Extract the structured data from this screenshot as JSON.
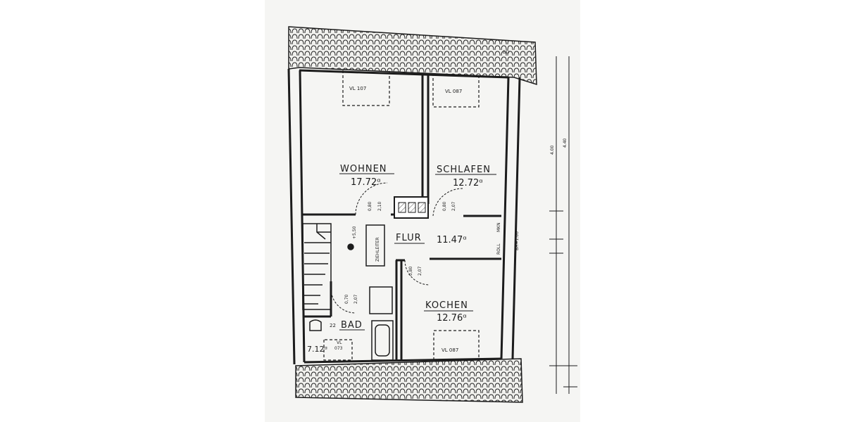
{
  "rooms": {
    "wohnen": {
      "name": "WOHNEN",
      "area": "17.72ᵅ",
      "window": "VL 107"
    },
    "schlafen": {
      "name": "SCHLAFEN",
      "area": "12.72ᵅ",
      "window": "VL 087"
    },
    "flur": {
      "name": "FLUR",
      "area": "11.47ᵅ"
    },
    "kochen": {
      "name": "KOCHEN",
      "area": "12.76ᵅ",
      "window": "VL 087"
    },
    "bad": {
      "name": "BAD",
      "area": "7.12ᵅ",
      "window_top": "VL",
      "window_bottom": "073",
      "prefix": "22"
    }
  },
  "annotations": {
    "ladder": "ZIEHLEITER",
    "roll": "ROLL",
    "mkn": "MKN",
    "bh": "BH=1.00",
    "door_wohnen": "0,80",
    "door_wohnen_h": "2,10",
    "door_schlafen": "0,80",
    "door_schlafen_h": "2,07",
    "door_kochen": "0,80",
    "door_kochen_h": "2,07",
    "door_bad": "0,70",
    "door_bad_h": "2,07",
    "stair": "+5,50",
    "corner": "DD",
    "dim1": "4.00",
    "dim2": "4.40"
  },
  "colors": {
    "line": "#1c1c1c",
    "paper": "#f5f5f3",
    "shade": "#d9d9d6"
  }
}
